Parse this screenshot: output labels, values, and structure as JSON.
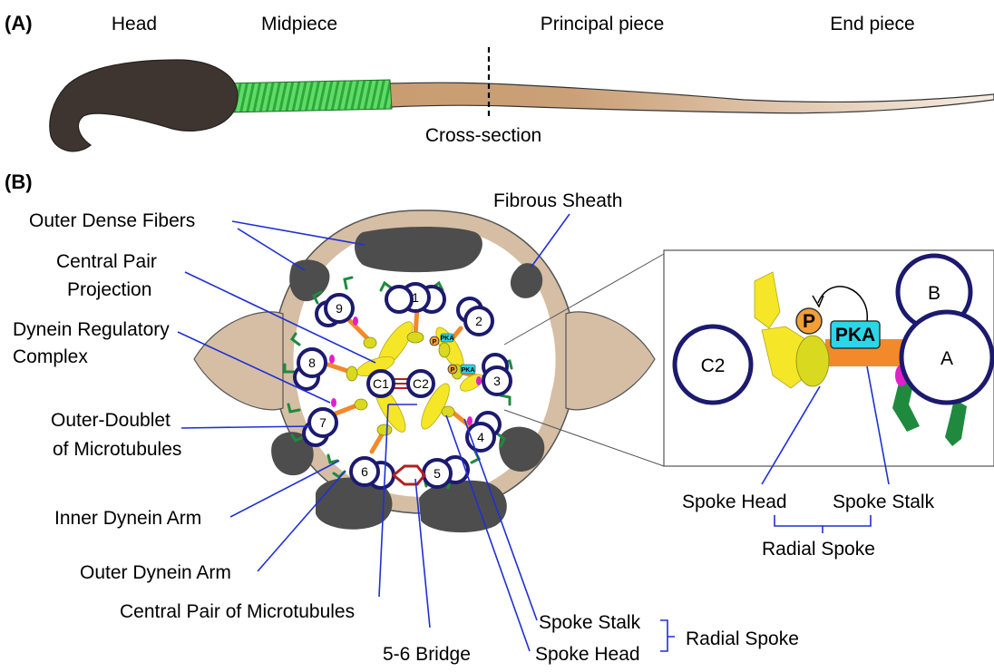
{
  "panel_a": {
    "panel_label": "(A)",
    "regions": [
      "Head",
      "Midpiece",
      "Principal piece",
      "End piece"
    ],
    "cross_section_label": "Cross-section"
  },
  "panel_b": {
    "panel_label": "(B)",
    "left_labels": {
      "outer_dense_fibers": "Outer Dense Fibers",
      "central_pair_projection_1": "Central Pair",
      "central_pair_projection_2": "Projection",
      "dynein_regulatory_complex_1": "Dynein Regulatory",
      "dynein_regulatory_complex_2": "Complex",
      "outer_doublet_1": "Outer-Doublet",
      "outer_doublet_2": "of Microtubules",
      "inner_dynein_arm": "Inner Dynein Arm",
      "outer_dynein_arm": "Outer Dynein Arm",
      "central_pair_microtubules": "Central Pair of Microtubules",
      "bridge_5_6": "5-6 Bridge"
    },
    "top_labels": {
      "fibrous_sheath": "Fibrous Sheath"
    },
    "bottom_right_labels": {
      "spoke_stalk": "Spoke Stalk",
      "spoke_head": "Spoke Head",
      "radial_spoke": "Radial Spoke"
    },
    "doublet_numbers": [
      "1",
      "2",
      "3",
      "4",
      "5",
      "6",
      "7",
      "8",
      "9"
    ],
    "central_pair": [
      "C1",
      "C2"
    ],
    "small_p": "P",
    "small_pka": "PKA"
  },
  "inset": {
    "c2": "C2",
    "b": "B",
    "a": "A",
    "p": "P",
    "pka": "PKA",
    "spoke_head": "Spoke Head",
    "spoke_stalk": "Spoke Stalk",
    "radial_spoke": "Radial Spoke"
  },
  "colors": {
    "head": "#3e3530",
    "midpiece_coil": "#3ec24a",
    "tail": "#c89a6a",
    "sheath": "#d5bea4",
    "dense_fiber": "#4d4d4d",
    "doublet_ring": "#1c1a6e",
    "spoke_stalk": "#f2892a",
    "spoke_head": "#d9d91f",
    "projection": "#f5e627",
    "pka": "#2ad6e8",
    "drc": "#e020c8",
    "outer_arm": "#1f8a3e",
    "bridge": "#b32020",
    "leader_line": "#1f2fd6"
  }
}
